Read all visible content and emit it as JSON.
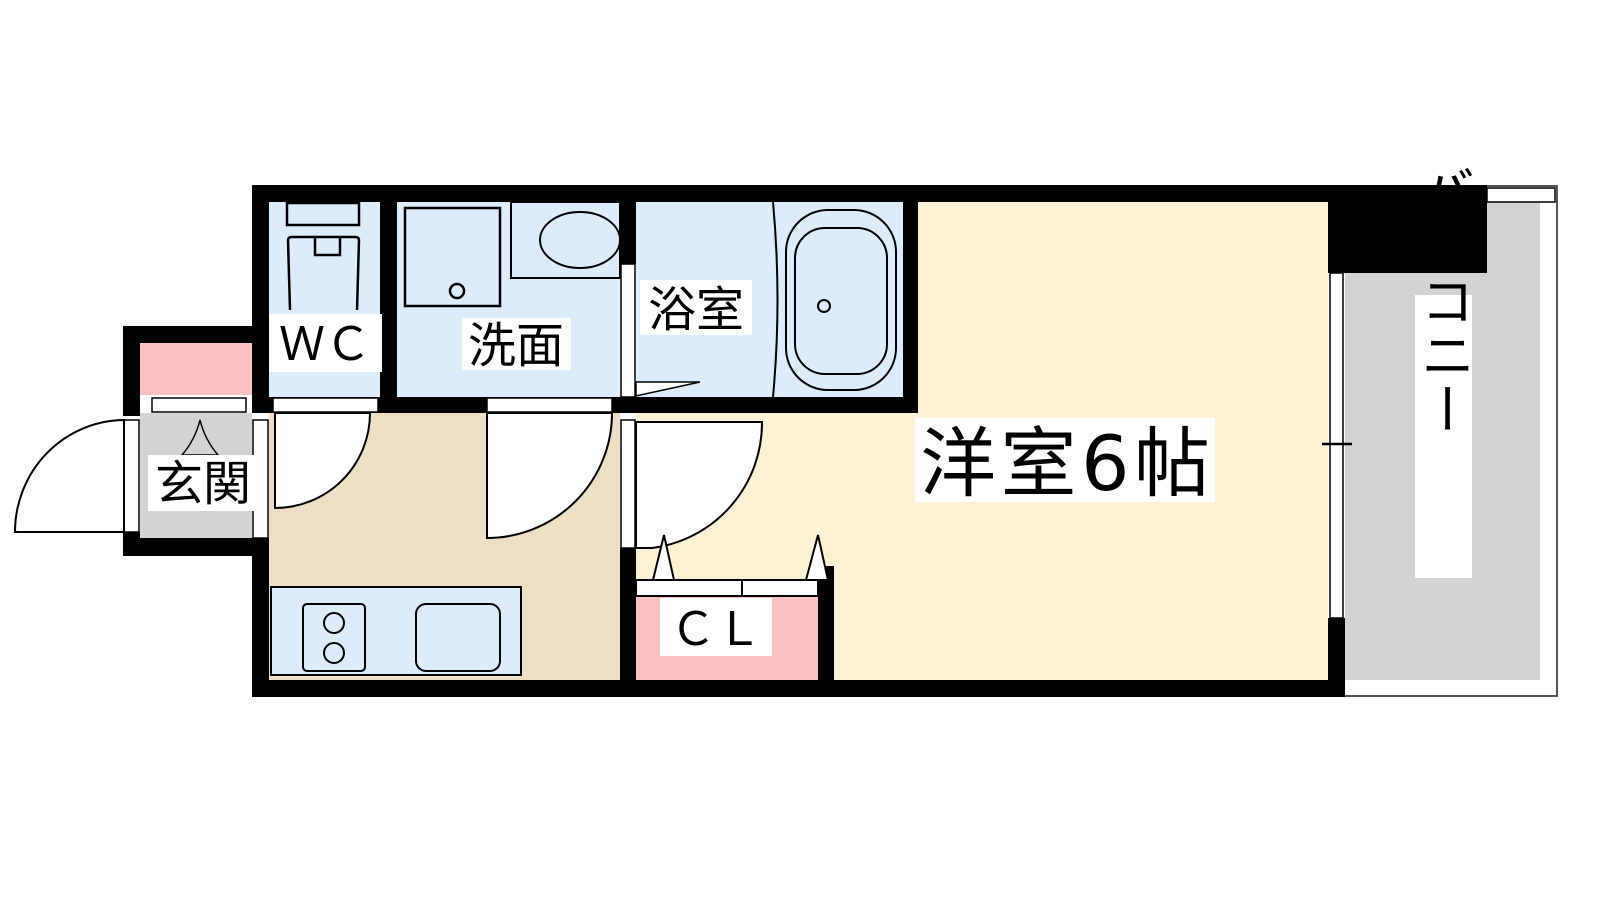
{
  "floor_plan": {
    "rooms": {
      "wc": "ＷＣ",
      "washroom": "洗面",
      "bathroom": "浴室",
      "western_room": "洋室6帖",
      "entrance": "玄関",
      "closet": "ＣＬ",
      "balcony": "バルコニー"
    },
    "colors": {
      "wall": "#000000",
      "wet_area": "#dbecfd",
      "kitchen_floor": "#eedec4",
      "western_floor": "#fdf1d3",
      "closet": "#fdc0c0",
      "balcony": "#d3d3d3",
      "entrance_floor": "#d3d3d3"
    }
  }
}
